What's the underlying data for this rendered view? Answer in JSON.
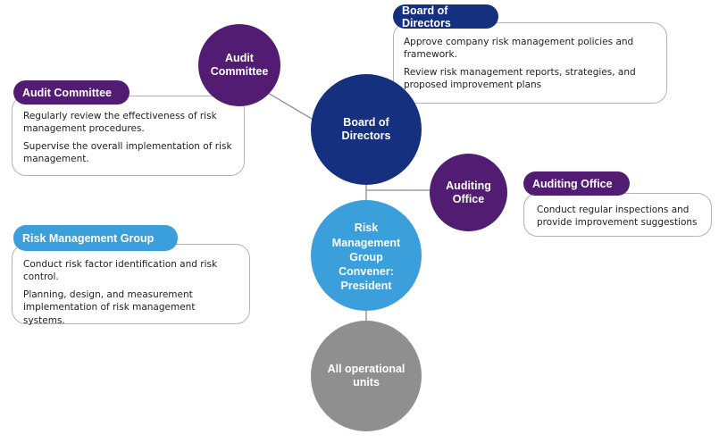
{
  "colors": {
    "board": "#14307f",
    "audit": "#521c72",
    "risk": "#3a9fda",
    "operational": "#8f8f8f",
    "connector": "#8c8c8c",
    "card_border": "#b4b4b4"
  },
  "nodes": {
    "audit_committee": {
      "label_lines": [
        "Audit",
        "Committee"
      ]
    },
    "board_of_directors": {
      "label_lines": [
        "Board of",
        "Directors"
      ]
    },
    "auditing_office": {
      "label_lines": [
        "Auditing",
        "Office"
      ]
    },
    "risk_management_group": {
      "label_lines": [
        "Risk",
        "Management",
        "Group",
        "Convener:",
        "President"
      ]
    },
    "operational_units": {
      "label_lines": [
        "All operational",
        "units"
      ]
    }
  },
  "cards": {
    "board_of_directors": {
      "title": "Board of Directors",
      "items": [
        "Approve company risk management policies and framework.",
        "Review risk management reports, strategies, and proposed improvement plans"
      ]
    },
    "audit_committee": {
      "title": "Audit Committee",
      "items": [
        "Regularly review the effectiveness of risk management procedures.",
        "Supervise the overall implementation of risk management."
      ]
    },
    "auditing_office": {
      "title": "Auditing Office",
      "items": [
        "Conduct regular inspections and provide improvement suggestions"
      ]
    },
    "risk_management_group": {
      "title": "Risk Management Group",
      "items": [
        "Conduct risk factor identification and risk control.",
        "Planning, design, and measurement implementation of risk management systems."
      ]
    }
  }
}
